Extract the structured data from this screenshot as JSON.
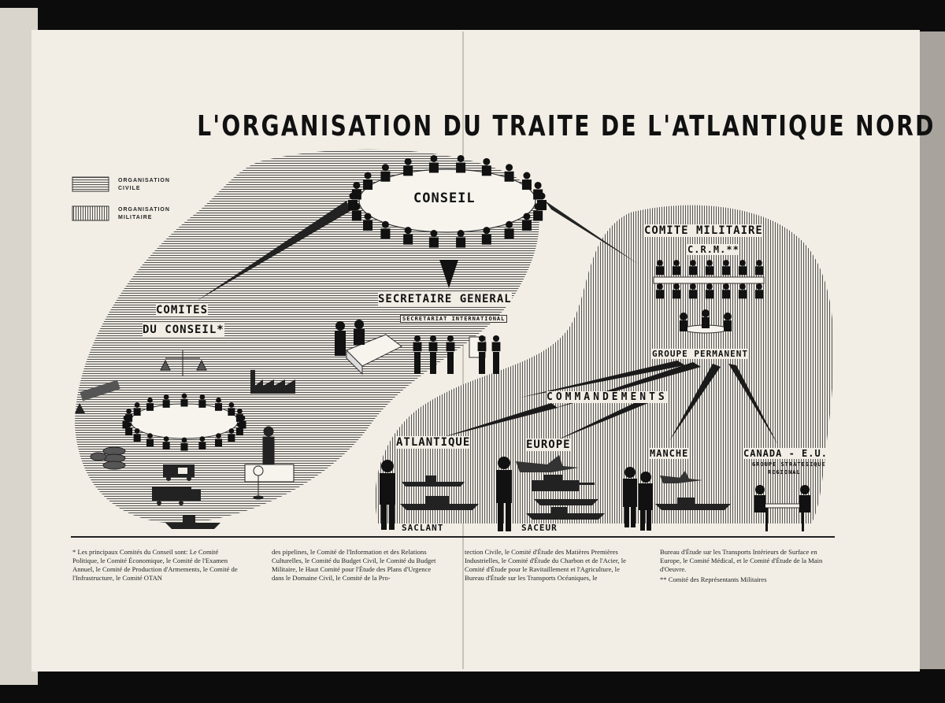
{
  "title": "L'ORGANISATION DU TRAITE DE L'ATLANTIQUE NORD",
  "legend": [
    {
      "label": "ORGANISATION CIVILE"
    },
    {
      "label": "ORGANISATION MILITAIRE"
    }
  ],
  "nodes": {
    "conseil": "CONSEIL",
    "comites_line1": "COMITES",
    "comites_line2": "DU CONSEIL*",
    "secretaire": "SECRETAIRE GENERAL",
    "secretariat": "SECRETARIAT INTERNATIONAL",
    "comite_militaire": "COMITE MILITAIRE",
    "crm": "C.R.M.**",
    "groupe_permanent": "GROUPE PERMANENT",
    "commandements": "COMMANDEMENTS",
    "atlantique": "ATLANTIQUE",
    "europe": "EUROPE",
    "manche": "MANCHE",
    "canada": "CANADA - E.U.",
    "canada_sub1": "GROUPE STRATEGIQUE",
    "canada_sub2": "REGIONAL",
    "saclant": "SACLANT",
    "saceur": "SACEUR"
  },
  "footnotes": {
    "col1": "* Les principaux Comités du Conseil sont: Le Comité Politique, le Comité Économique, le Comité de l'Examen Annuel, le Comité de Production d'Armements, le Comité de l'Infrastructure, le Comité OTAN",
    "col2": "des pipelines, le Comité de l'Information et des Relations Culturelles, le Comité du Budget Civil, le Comité du Budget Militaire, le Haut Comité pour l'Étude des Plans d'Urgence dans le Domaine Civil, le Comité de la Pro-",
    "col3": "tection Civile, le Comité d'Étude des Matières Premières Industrielles, le Comité d'Étude du Charbon et de l'Acier, le Comité d'Étude pour le Ravitaillement et l'Agriculture, le Bureau d'Étude sur les Transports Océaniques, le",
    "col4": "Bureau d'Étude sur les Transports Intérieurs de Surface en Europe, le Comité Médical, et le Comité d'Étude de la Main d'Oeuvre.",
    "col4b": "** Comité des Représentants Militaires"
  }
}
